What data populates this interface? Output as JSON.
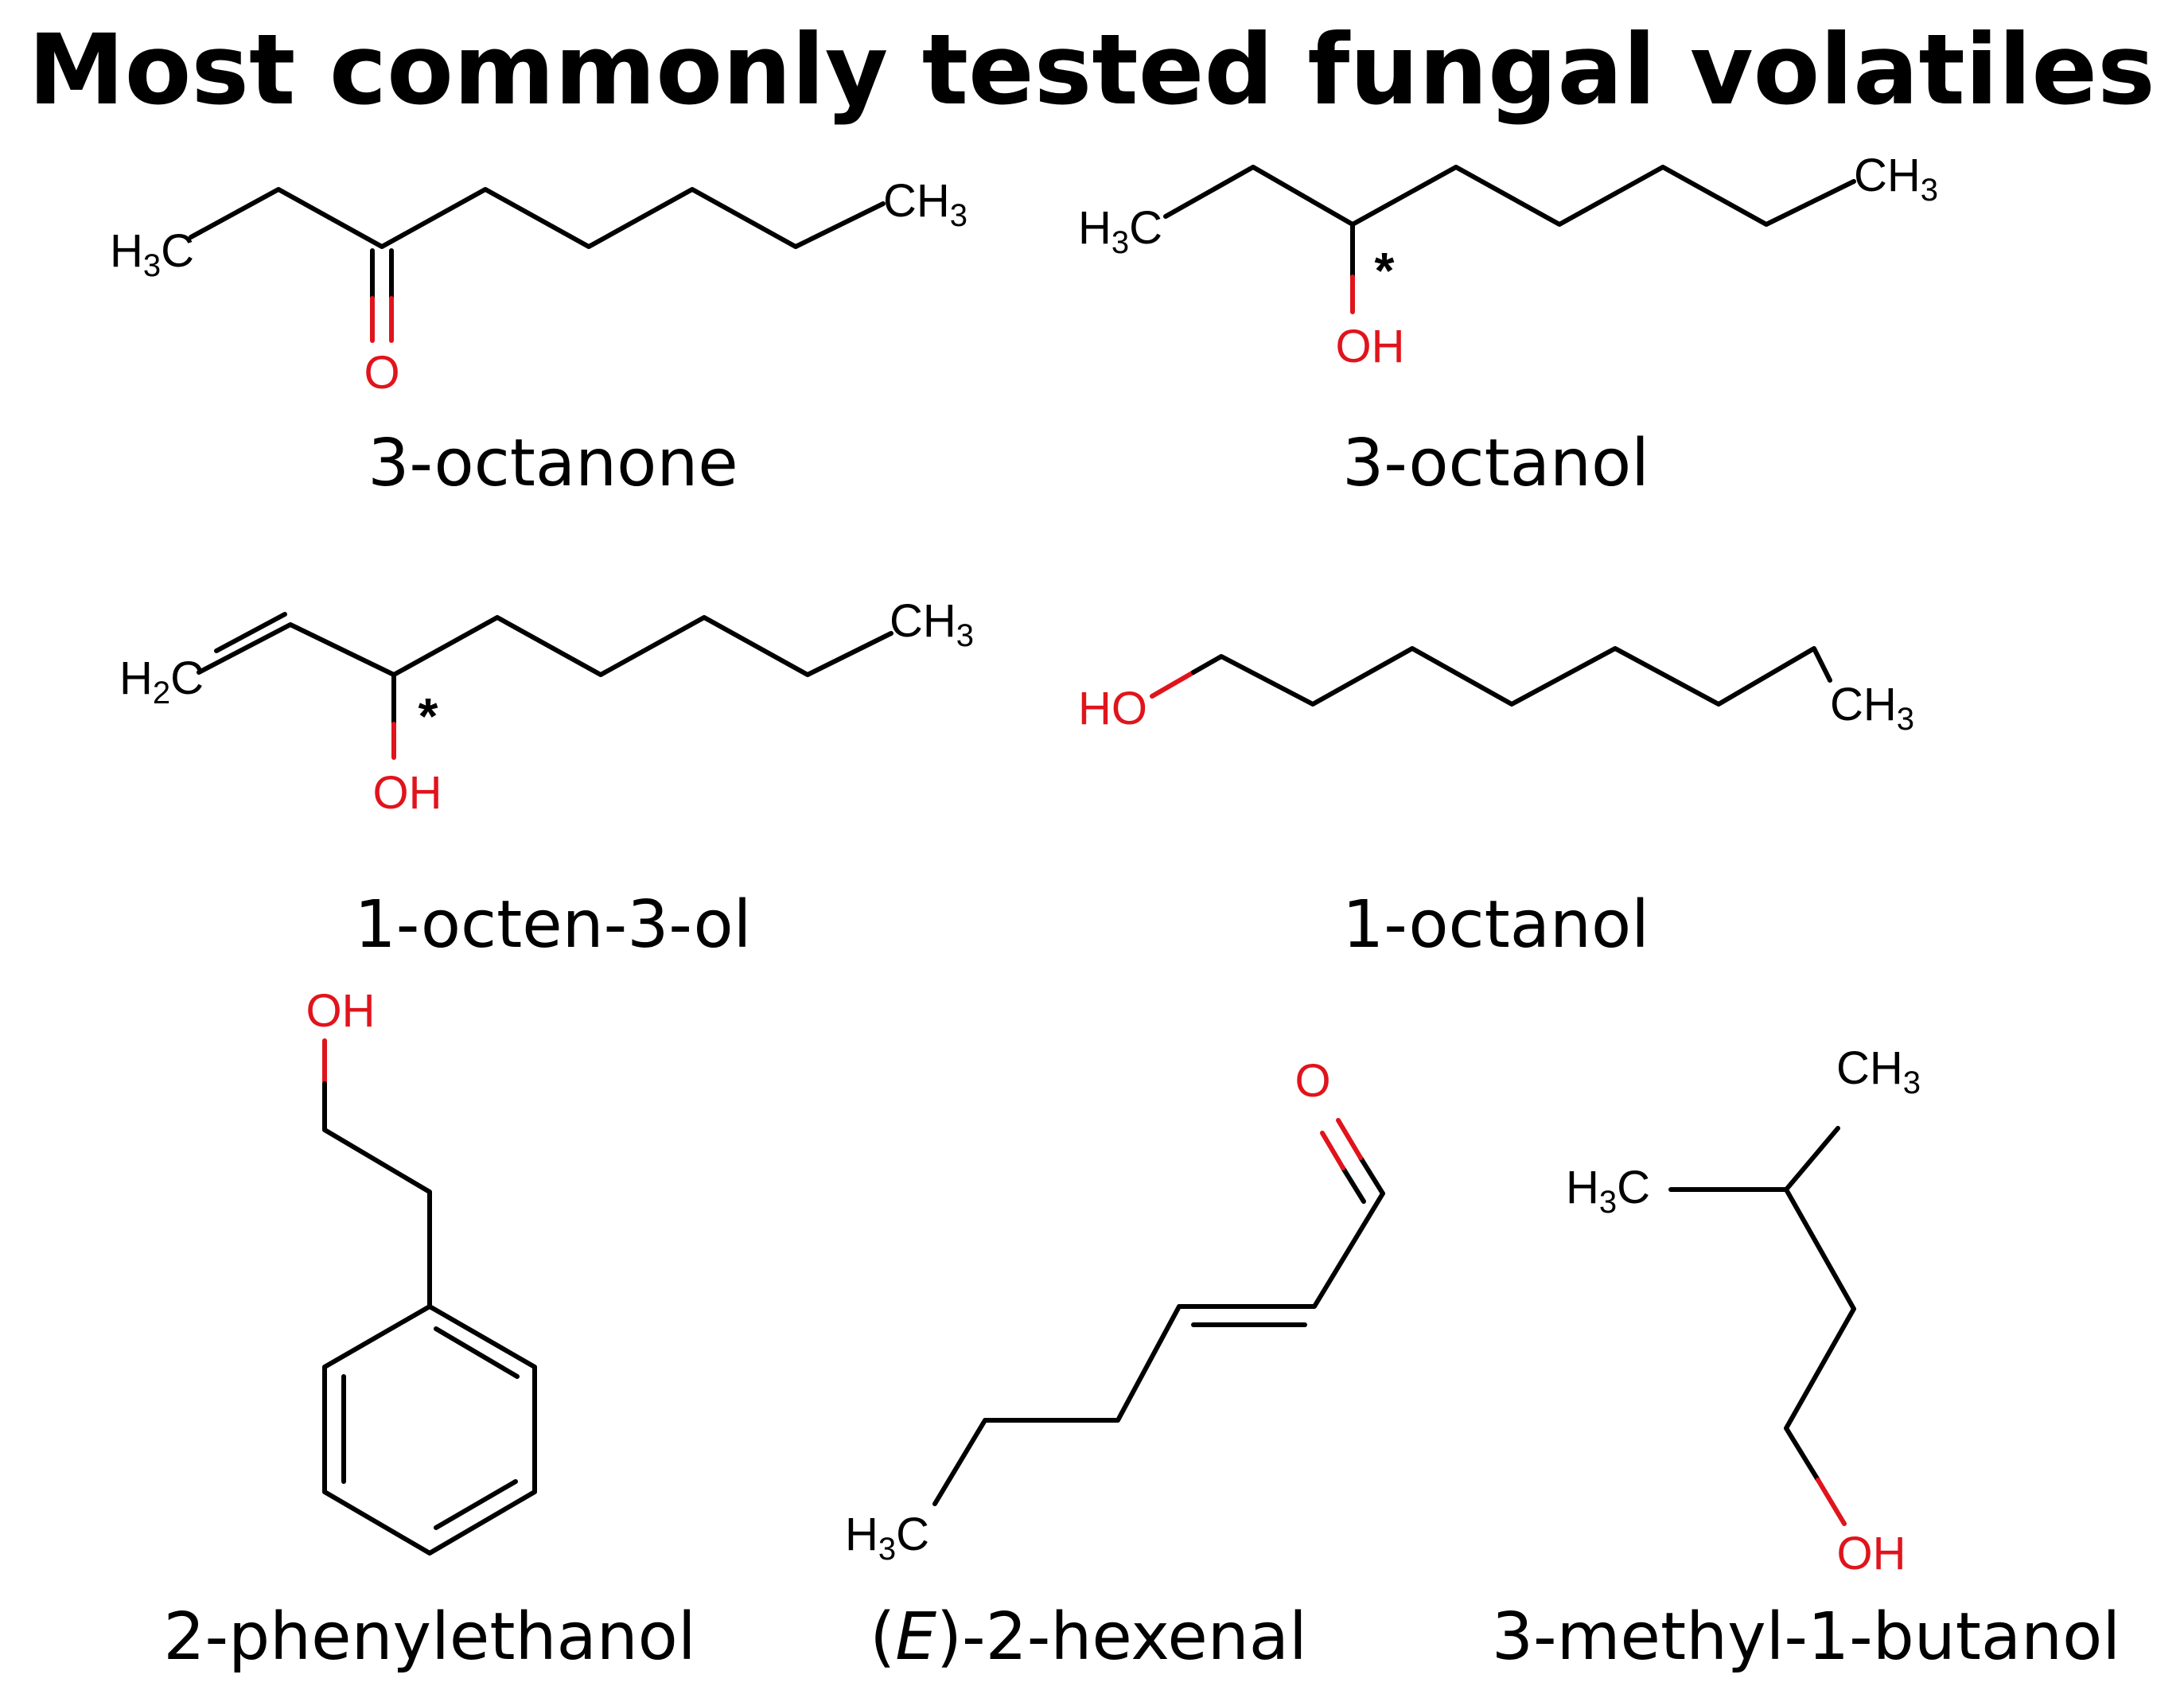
{
  "title": "Most commonly tested fungal volatiles",
  "colors": {
    "bond": "#000000",
    "heteroatom": "#e0141c",
    "text": "#000000"
  },
  "compounds": [
    {
      "id": "3-octanone",
      "name": "3-octanone",
      "atoms": {
        "left": "H3C",
        "right": "CH3",
        "oxygen": "O"
      }
    },
    {
      "id": "3-octanol",
      "name": "3-octanol",
      "atoms": {
        "left": "H3C",
        "right": "CH3",
        "oxygen": "OH"
      },
      "stereocenter": "*"
    },
    {
      "id": "1-octen-3-ol",
      "name": "1-octen-3-ol",
      "atoms": {
        "left": "H2C",
        "right": "CH3",
        "oxygen": "OH"
      },
      "stereocenter": "*"
    },
    {
      "id": "1-octanol",
      "name": "1-octanol",
      "atoms": {
        "left": "HO",
        "right": "CH3"
      }
    },
    {
      "id": "2-phenylethanol",
      "name": "2-phenylethanol",
      "atoms": {
        "oxygen": "OH"
      }
    },
    {
      "id": "e-2-hexenal",
      "name_prefix": "(",
      "name_italic": "E",
      "name_suffix": ")-2-hexenal",
      "atoms": {
        "left": "H3C",
        "oxygen": "O"
      }
    },
    {
      "id": "3-methyl-1-butanol",
      "name": "3-methyl-1-butanol",
      "atoms": {
        "left": "H3C",
        "top": "CH3",
        "oxygen": "OH"
      }
    }
  ]
}
